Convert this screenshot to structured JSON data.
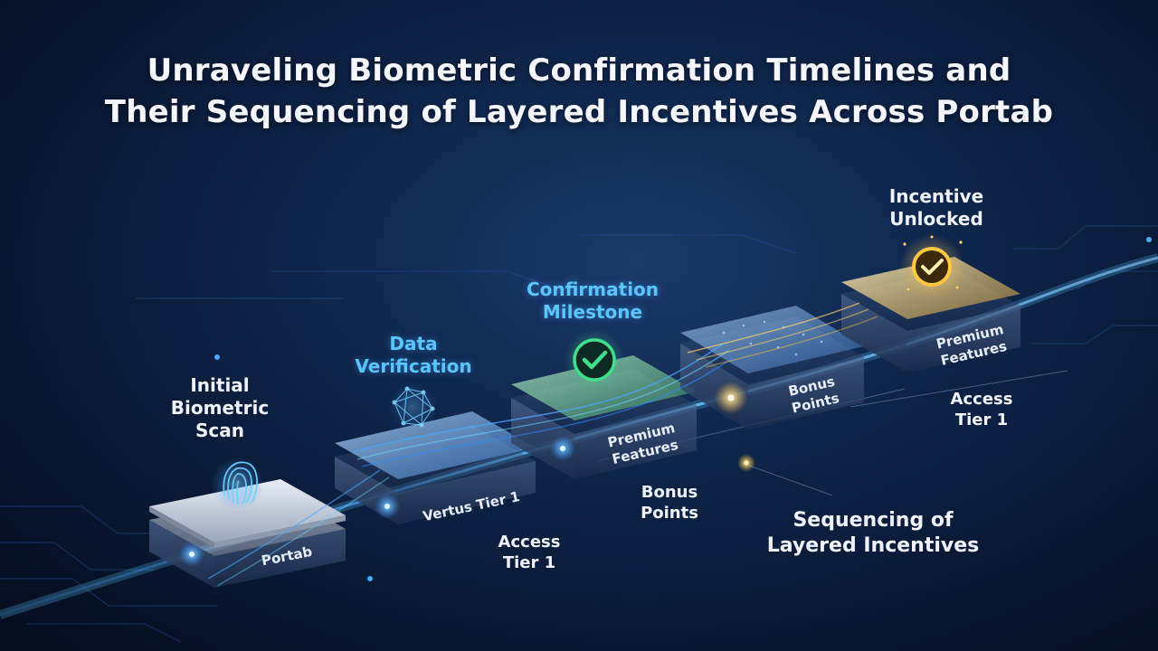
{
  "title": {
    "line1": "Unraveling Biometric Confirmation Timelines and",
    "line2": "Their Sequencing of Layered Incentives Across Portab"
  },
  "stages": [
    {
      "name": "Initial Biometric Scan",
      "label_lines": [
        "Initial",
        "Biometric",
        "Scan"
      ],
      "platform": "Portab",
      "icon": "fingerprint-icon",
      "color": "#e8eefc"
    },
    {
      "name": "Data Verification",
      "label_lines": [
        "Data",
        "Verification"
      ],
      "platform": "Vertus Tier 1",
      "icon": "neural-network-icon",
      "color": "#5cc4ff"
    },
    {
      "name": "Confirmation Milestone",
      "label_lines": [
        "Confirmation",
        "Milestone"
      ],
      "platform_lines": [
        "Premium",
        "Features"
      ],
      "icon": "green-check-icon",
      "color": "#3ee08a"
    },
    {
      "name": "Bonus Points",
      "platform_lines": [
        "Bonus",
        "Points"
      ],
      "icon": "particle-layer-icon",
      "color": "#ffd36b"
    },
    {
      "name": "Incentive Unlocked",
      "label_lines": [
        "Incentive",
        "Unlocked"
      ],
      "platform_lines": [
        "Premium",
        "Features"
      ],
      "icon": "gold-check-icon",
      "color": "#ffc840"
    }
  ],
  "annotations": {
    "access_tier_lower": [
      "Access",
      "Tier 1"
    ],
    "bonus_points_lower": [
      "Bonus",
      "Points"
    ],
    "access_tier_upper": [
      "Access",
      "Tier 1"
    ],
    "sequencing": [
      "Sequencing of",
      "Layered Incentives"
    ]
  },
  "colors": {
    "accent_blue": "#4aa8ff",
    "accent_green": "#3ee08a",
    "accent_gold": "#ffc840",
    "background": "#0b1a36"
  }
}
